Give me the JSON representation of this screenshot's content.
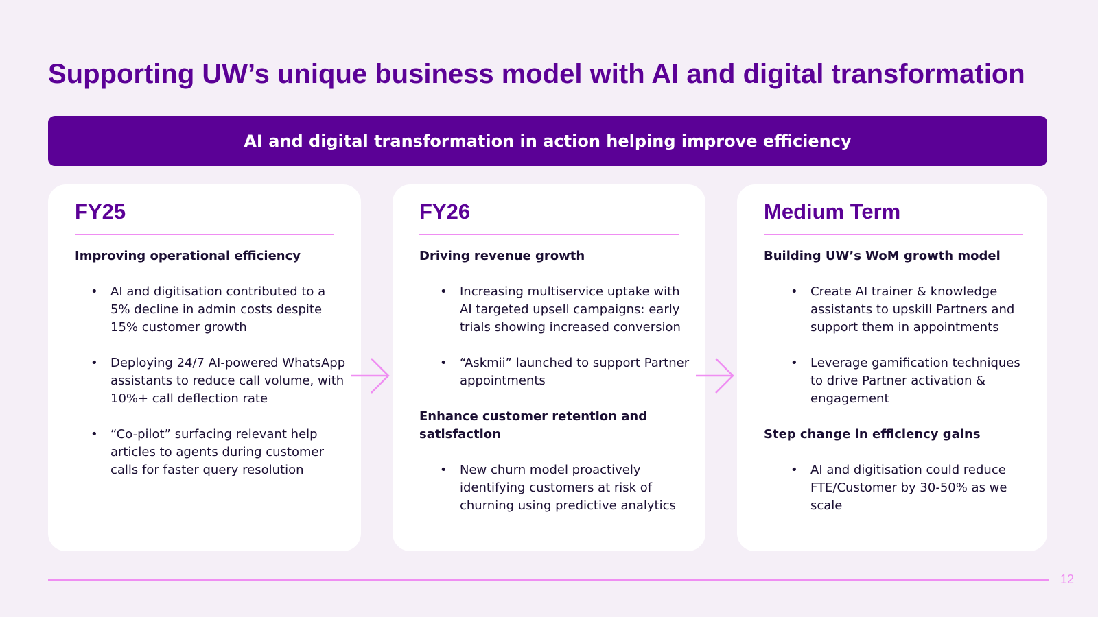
{
  "title": "Supporting UW’s unique business model with AI and digital transformation",
  "banner": "AI and digital transformation in action helping improve efficiency",
  "colors": {
    "accent_purple": "#5b0196",
    "pink": "#ef8ef2",
    "background": "#f5eff7",
    "text_dark": "#1b0f33"
  },
  "icons": {
    "arrow": "arrow-right-icon"
  },
  "cards": [
    {
      "heading": "FY25",
      "sections": [
        {
          "subheading": "Improving operational efficiency",
          "bullets": [
            "AI and digitisation contributed to a 5% decline in admin costs despite 15% customer growth",
            "Deploying 24/7 AI-powered WhatsApp assistants to reduce call volume, with 10%+ call deflection rate",
            "“Co-pilot” surfacing relevant help articles to agents during customer calls for faster query resolution"
          ]
        }
      ]
    },
    {
      "heading": "FY26",
      "sections": [
        {
          "subheading": "Driving revenue growth",
          "bullets": [
            "Increasing multiservice uptake with AI targeted upsell campaigns: early trials showing increased conversion",
            "“Askmii” launched to support Partner appointments"
          ]
        },
        {
          "subheading": "Enhance customer retention and satisfaction",
          "bullets": [
            "New churn model proactively identifying customers at risk of churning using predictive analytics"
          ]
        }
      ]
    },
    {
      "heading": "Medium Term",
      "sections": [
        {
          "subheading": "Building UW’s WoM growth model",
          "bullets": [
            "Create AI trainer & knowledge assistants to upskill Partners and support them in appointments",
            "Leverage gamification techniques to drive Partner activation & engagement"
          ]
        },
        {
          "subheading": "Step change in efficiency gains",
          "bullets": [
            "AI and digitisation could reduce FTE/Customer by 30-50% as we scale"
          ]
        }
      ]
    }
  ],
  "page_number": "12"
}
